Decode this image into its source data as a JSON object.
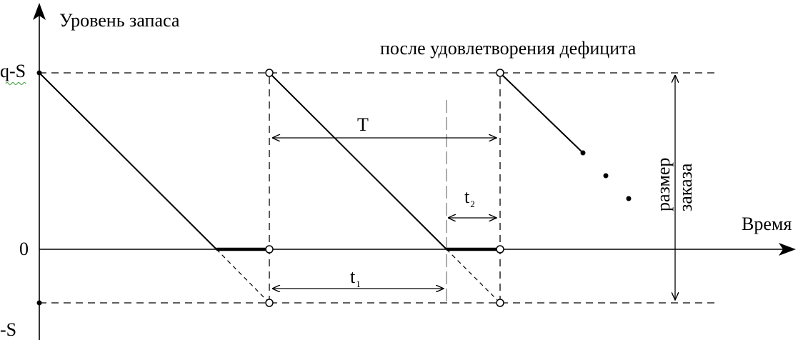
{
  "labels": {
    "y_axis_title": "Уровень запаса",
    "x_axis_title": "Время",
    "after_deficit": "после удовлетворения дефицита",
    "level_top": "q-S",
    "level_zero": "0",
    "level_bottom": "-S",
    "period_T": "T",
    "t1_main": "t",
    "t1_sub": "1",
    "t2_main": "t",
    "t2_sub": "2",
    "order_size_line1": "размер",
    "order_size_line2": "заказа"
  },
  "colors": {
    "ink": "#000000",
    "guide": "#808080",
    "squiggle": "#3c9a3c"
  }
}
